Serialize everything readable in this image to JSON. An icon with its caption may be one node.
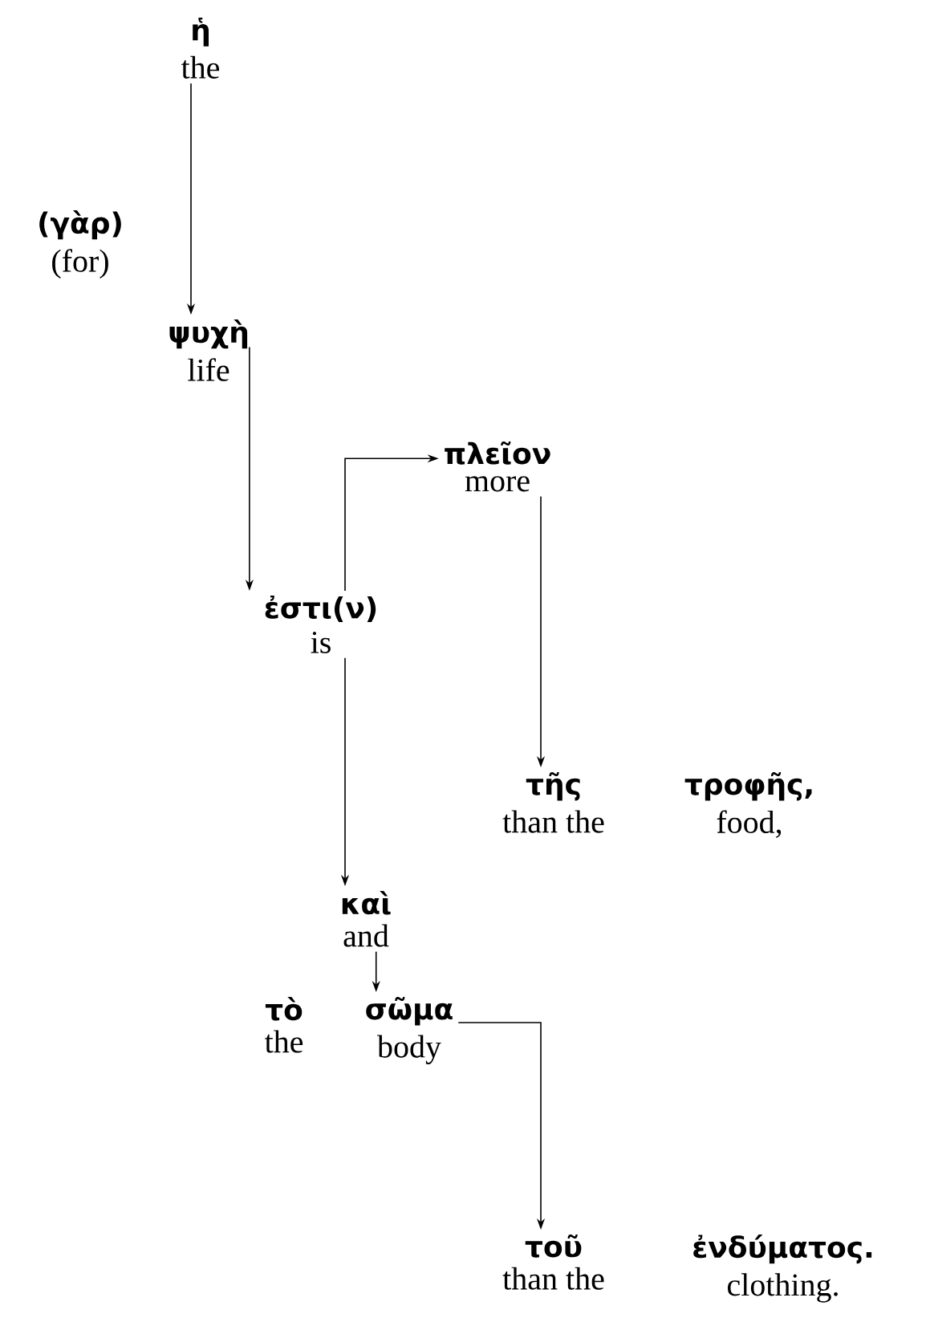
{
  "diagram": {
    "nodes": [
      {
        "text": [
          "ἡ",
          "the"
        ]
      },
      {
        "text": [
          "(γὰρ)",
          "(for)"
        ]
      },
      {
        "text": [
          "ψυχὴ",
          "life"
        ]
      },
      {
        "text": [
          "πλεῖον",
          "more"
        ]
      },
      {
        "text": [
          "ἐστι(ν)",
          "is"
        ]
      },
      {
        "text": [
          "τῆς",
          "than the"
        ]
      },
      {
        "text": [
          "τροφῆς,",
          "food,"
        ]
      },
      {
        "text": [
          "καὶ",
          "and"
        ]
      },
      {
        "text": [
          "τὸ",
          "the"
        ]
      },
      {
        "text": [
          "σῶμα",
          "body"
        ]
      },
      {
        "text": [
          "τοῦ",
          "than the"
        ]
      },
      {
        "text": [
          "ἐνδύματος.",
          "clothing."
        ]
      }
    ],
    "edges": [
      {
        "from": 0,
        "to": 2,
        "arrow": "to"
      },
      {
        "from": 2,
        "to": 4,
        "arrow": "to"
      },
      {
        "from": 4,
        "to": 3,
        "arrow": "to"
      },
      {
        "from": 3,
        "to": 5,
        "arrow": "to"
      },
      {
        "from": 4,
        "to": 7,
        "arrow": "to"
      },
      {
        "from": 7,
        "to": 9,
        "arrow": "to"
      },
      {
        "from": 9,
        "to": 10,
        "arrow": "to"
      }
    ]
  }
}
